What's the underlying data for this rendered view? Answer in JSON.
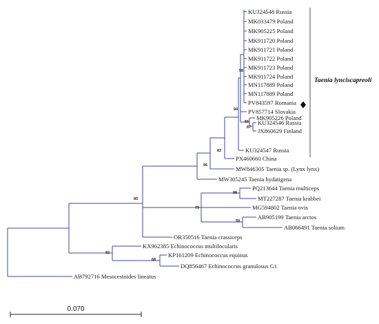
{
  "tree": {
    "taxa": [
      "KU324548 Russia",
      "MK033479 Poland",
      "MK905225 Poland",
      "MK911720 Poland",
      "MK911721 Poland",
      "MK911722 Poland",
      "MK911723 Poland",
      "MK911724 Poland",
      "MN117889 Poland",
      "MN117889 Poland",
      "PV843597 Romania",
      "PV857714 Slovakia",
      "MK905226 Poland",
      "KU324546 Russia",
      "JX860629 Finland",
      "KU324547 Russia",
      "PX460660 China",
      "MW846305 Taenia sp. (Lynx lynx)",
      "MW305245 Taenia hydatigena",
      "PQ213644 Taenia multiceps",
      "MT227287 Taenia krabbei",
      "MG594802 Taenia ovis",
      "AB905199 Taenia arctos",
      "AB066491 Taenia solium",
      "OR350516 Taenia crassiceps",
      "KX962385 Echinococcus multilocularis",
      "KP161209 Echinococcus equinus",
      "DQ856467 Echinococcus granulosus G1",
      "AB792716 Mesocestoides lineatus"
    ],
    "bootstrap": [
      "58",
      "94",
      "66",
      "87",
      "83",
      "95",
      "90",
      "98",
      "79",
      "59",
      "92",
      "68"
    ],
    "clade_label": "Taenia lynciscapreoli",
    "highlighted_taxon": "PV843597 Romania",
    "highlight_marker": "diamond",
    "scale_bar_label": "0.070",
    "branch_color": "#3b4a9c"
  }
}
